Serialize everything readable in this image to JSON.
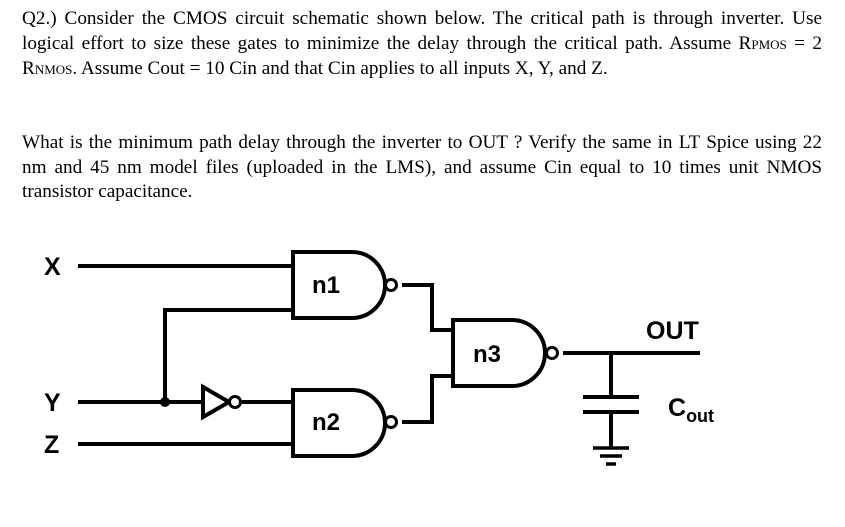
{
  "question": {
    "p1_a": "Q2.) Consider the CMOS circuit schematic shown below. The critical path is through inverter. Use logical effort to size these gates to minimize the delay through the critical path. Assume R",
    "p1_rp": "PMOS",
    "p1_b": " = 2 R",
    "p1_rn": "NMOS",
    "p1_c": ". Assume Cout = 10 Cin and that Cin applies to all inputs X, Y, and Z.",
    "p2": "What is the minimum path delay through the inverter to OUT ? Verify the same in LT Spice using 22 nm and 45 nm model files (uploaded in the LMS), and assume Cin equal to 10 times unit NMOS transistor capacitance."
  },
  "schematic": {
    "input_x": "X",
    "input_y": "Y",
    "input_z": "Z",
    "gate_n1": "n1",
    "gate_n2": "n2",
    "gate_n3": "n3",
    "output_label": "OUT",
    "cap_main": "C",
    "cap_sub": "out"
  }
}
